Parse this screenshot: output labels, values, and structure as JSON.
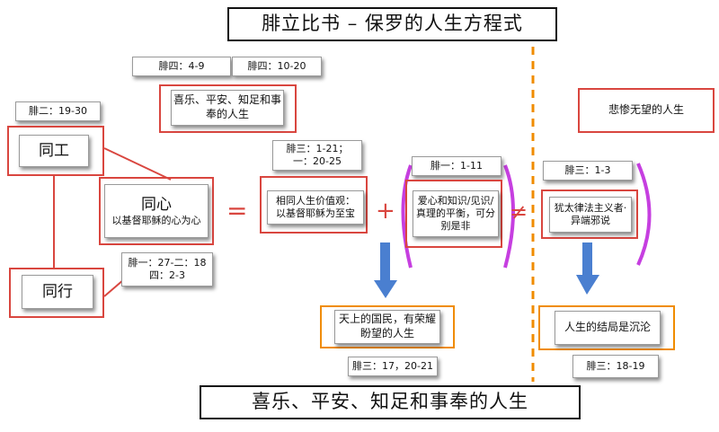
{
  "title": "腓立比书 – 保罗的人生方程式",
  "footer": "喜乐、平安、知足和事奉的人生",
  "refs": {
    "phil4_4_9": "腓四：4-9",
    "phil4_10_20": "腓四：10-20",
    "phil2_19_30": "腓二：19-30",
    "phil3_1_21": "腓三：1-21；",
    "phil1_20_25": "一：20-25",
    "phil1_1_11": "腓一：1-11",
    "phil3_1_3": "腓三：1-3",
    "phil1_27": "腓一：27-二：18",
    "phil4_2_3": "四：2-3",
    "phil3_17_21": "腓三：17，20-21",
    "phil3_18_19": "腓三：18-19"
  },
  "nodes": {
    "joyful_life": "喜乐、平安、知足和事奉的人生",
    "coworker": "同工",
    "walk_together": "同行",
    "one_mind": "同心",
    "one_mind_sub": "以基督耶稣的心为心",
    "same_values_1": "相同人生价值观：",
    "same_values_2": "以基督耶稣为至宝",
    "love_knowledge": "爱心和知识/见识/真理的平衡，可分别是非",
    "heaven_citizen": "天上的国民，有荣耀盼望的人生",
    "miserable_life": "悲惨无望的人生",
    "legalist": "犹太律法主义者·异端邪说",
    "end_destruction": "人生的结局是沉沦"
  },
  "operators": {
    "equals": "=",
    "plus": "+",
    "not_equal": "≠"
  },
  "colors": {
    "red": "#d9463f",
    "orange": "#f08c00",
    "purple": "#c63fe0",
    "arrow_blue": "#4a7fd0"
  }
}
